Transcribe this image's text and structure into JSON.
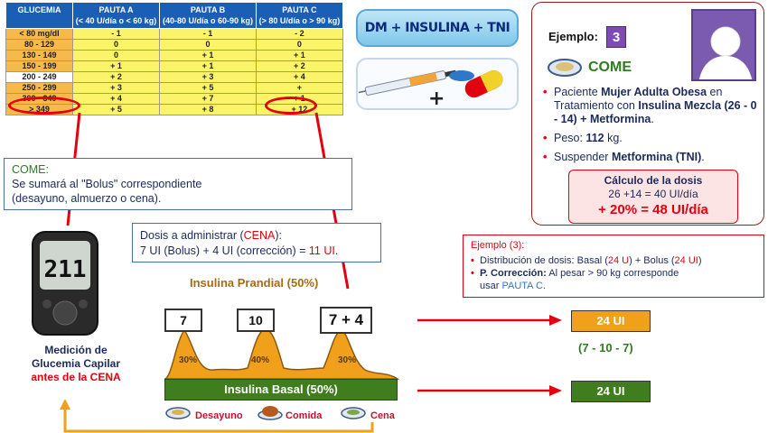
{
  "table": {
    "headers": [
      {
        "title": "GLUCEMIA",
        "sub": ""
      },
      {
        "title": "PAUTA A",
        "sub": "(< 40 U/día o < 60 kg)"
      },
      {
        "title": "PAUTA B",
        "sub": "(40-80 U/día o 60-90 kg)"
      },
      {
        "title": "PAUTA C",
        "sub": "(> 80 U/día o > 90 kg)"
      }
    ],
    "rows": [
      [
        "< 80 mg/dl",
        "- 1",
        "- 1",
        "- 2"
      ],
      [
        "80 - 129",
        "0",
        "0",
        "0"
      ],
      [
        "130 - 149",
        "0",
        "+ 1",
        "+ 1"
      ],
      [
        "150 - 199",
        "+ 1",
        "+ 1",
        "+ 2"
      ],
      [
        "200 - 249",
        "+ 2",
        "+ 3",
        "+ 4"
      ],
      [
        "250 - 299",
        "+ 3",
        "+ 5",
        "+"
      ],
      [
        "300 - 349",
        "+ 4",
        "+ 7",
        "+ 1"
      ],
      [
        "> 349",
        "+ 5",
        "+ 8",
        "+ 12"
      ]
    ],
    "highlight_row": 4
  },
  "title": "DM + INSULINA + TNI",
  "come_box": {
    "title": "COME:",
    "line1": "Se sumará al \"Bolus\" correspondiente",
    "line2": "(desayuno, almuerzo o cena)."
  },
  "dosis_box": {
    "line1_prefix": "Dosis a administrar (",
    "line1_highlight": "CENA",
    "line1_suffix": "):",
    "line2_prefix": "7 UI (Bolus) + 4 UI (corrección) = ",
    "line2_highlight": "11 UI",
    "line2_suffix": "."
  },
  "example": {
    "label": "Ejemplo:",
    "number": "3",
    "come": "COME",
    "items": [
      {
        "a": "Paciente ",
        "b": "Mujer Adulta Obesa",
        "c": " en Tratamiento con ",
        "d": "Insulina Mezcla (26 - 0 - 14) + Metformina",
        "e": "."
      },
      {
        "a": "Peso: ",
        "b": "112",
        "c": " kg.",
        "d": "",
        "e": ""
      },
      {
        "a": "Suspender ",
        "b": "Metformina (TNI)",
        "c": ".",
        "d": "",
        "e": ""
      }
    ],
    "calc_title": "Cálculo de la dosis",
    "calc_line": "26 +14 = 40 UI/día",
    "calc_result": "+ 20% = 48 UI/día"
  },
  "example3": {
    "title": "Ejemplo (3):",
    "dist_label": "Distribución de dosis:",
    "dist_basal": " Basal (",
    "dist_basal_val": "24 U",
    "dist_mid": ") + Bolus (",
    "dist_bolus_val": "24 UI",
    "dist_end": ")",
    "corr_label": "P. Corrección:",
    "corr_text": " Al pesar > 90 kg corresponde",
    "corr_text2": "usar ",
    "corr_pauta": "PAUTA C",
    "corr_end": "."
  },
  "prandial_label": "Insulina Prandial (50%)",
  "basal_label": "Insulina Basal (50%)",
  "bolus_values": [
    "7",
    "10",
    "7 + 4"
  ],
  "peak_percents": [
    "30%",
    "40%",
    "30%"
  ],
  "result_prandial": "24 UI",
  "result_sequence": "(7 - 10 - 7)",
  "result_basal": "24 UI",
  "meals": [
    "Desayuno",
    "Comida",
    "Cena"
  ],
  "glucometer_reading": "211",
  "measurement": {
    "line1": "Medición de",
    "line2": "Glucemia Capilar",
    "line3": "antes de la CENA"
  },
  "colors": {
    "table_header": "#1a5fb4",
    "range_cell": "#f6b94b",
    "value_cell": "#fbf46a",
    "accent_red": "#e3000f",
    "basal_green": "#3f7d1f",
    "prandial_orange": "#f1a01b"
  }
}
